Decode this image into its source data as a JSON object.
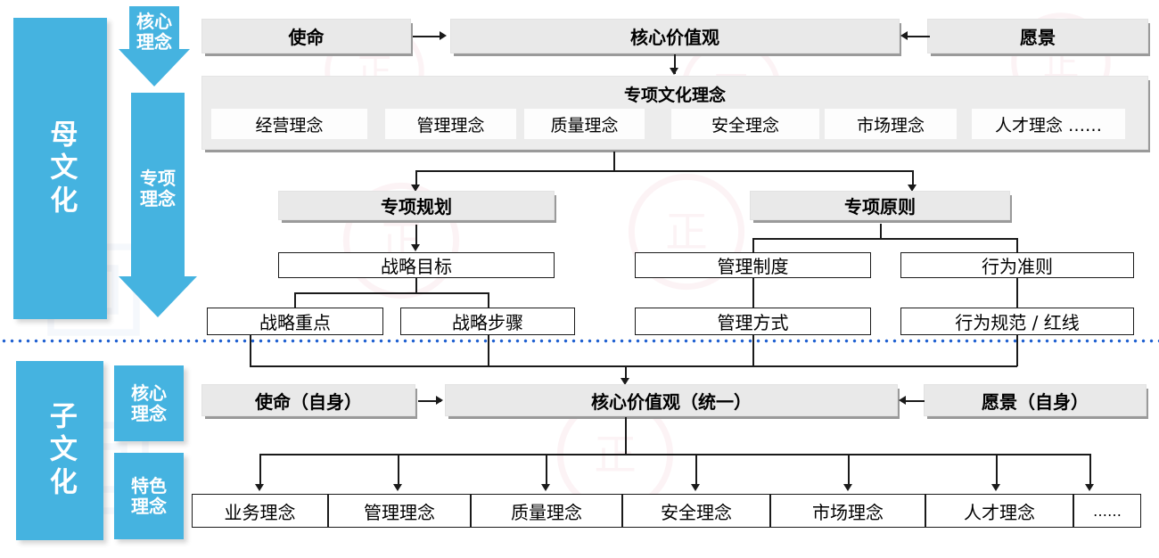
{
  "diagram": {
    "title_implicit": "企业文化理念体系框架图",
    "divider": {
      "name": "culture-divider",
      "color": "#1e5fd0",
      "style": "dotted"
    },
    "accent_blue": "#45b3e0",
    "box_gray": "#e9e9e9",
    "panel_gray": "#ececec"
  },
  "parent": {
    "band_label": "母文化",
    "core_arrow_label_1": "核心",
    "core_arrow_label_2": "理念",
    "special_arrow_label_1": "专项",
    "special_arrow_label_2": "理念",
    "mission": "使命",
    "core_values": "核心价值观",
    "vision": "愿景",
    "special_panel_title": "专项文化理念",
    "special_items": [
      "经营理念",
      "管理理念",
      "质量理念",
      "安全理念",
      "市场理念",
      "人才理念  ……"
    ],
    "special_plan": "专项规划",
    "special_principle": "专项原则",
    "strategy_goal": "战略目标",
    "strategy_focus": "战略重点",
    "strategy_steps": "战略步骤",
    "management_system": "管理制度",
    "management_method": "管理方式",
    "behavior_guideline": "行为准则",
    "behavior_norm": "行为规范 / 红线"
  },
  "child": {
    "band_label": "子文化",
    "core_label_1": "核心",
    "core_label_2": "理念",
    "feature_label_1": "特色",
    "feature_label_2": "理念",
    "mission": "使命（自身）",
    "core_values": "核心价值观（统一）",
    "vision": "愿景（自身）",
    "items": [
      "业务理念",
      "管理理念",
      "质量理念",
      "安全理念",
      "市场理念",
      "人才理念",
      "……"
    ]
  }
}
